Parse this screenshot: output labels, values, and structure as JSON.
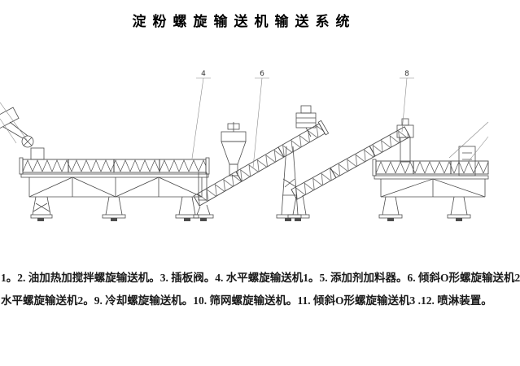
{
  "title": "淀粉螺旋输送机输送系统",
  "callouts": [
    {
      "label": "4"
    },
    {
      "label": "6"
    },
    {
      "label": "8"
    }
  ],
  "caption": {
    "line1": "1。2. 油加热加搅拌螺旋输送机。3. 插板阀。4. 水平螺旋输送机1。5. 添加剂加料器。6. 倾斜O形螺旋输送机2",
    "line2": "水平螺旋输送机2。9. 冷却螺旋输送机。10. 筛网螺旋输送机。11. 倾斜O形螺旋输送机3 .12. 喷淋装置。"
  },
  "colors": {
    "background": "#ffffff",
    "drawing_line": "#4d4d4d",
    "leader_line": "#8a8a8a",
    "text": "#1a1a1a"
  }
}
